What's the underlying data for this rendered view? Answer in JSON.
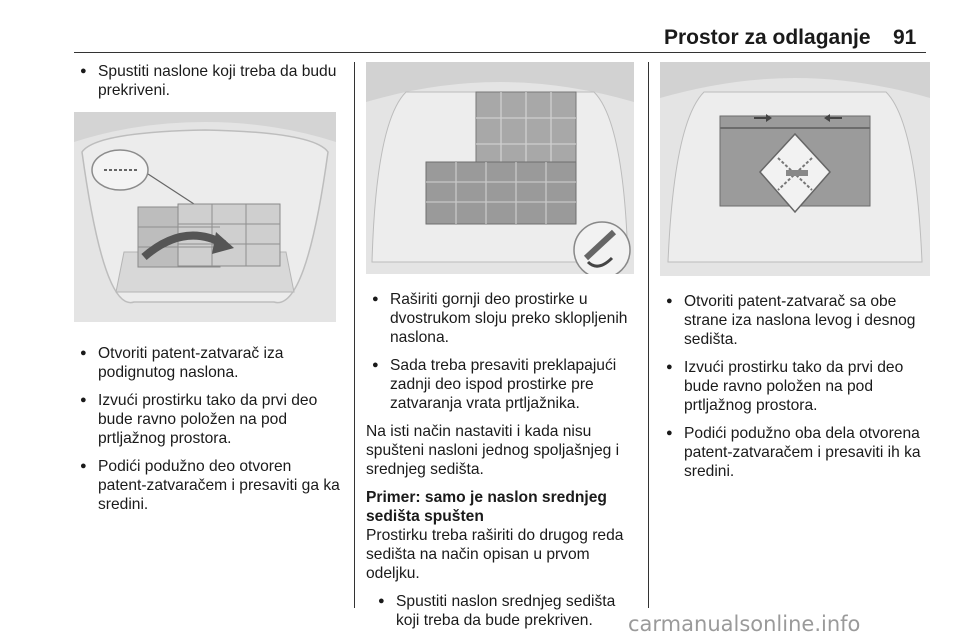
{
  "header": {
    "title": "Prostor za odlaganje",
    "page_number": "91"
  },
  "column1": {
    "intro_bullets": [
      "Spustiti naslone koji treba da budu prekriveni."
    ],
    "bullets": [
      "Otvoriti patent-zatvarač iza podignutog naslona.",
      "Izvući prostirku tako da prvi deo bude ravno položen na pod prtljažnog prostora.",
      "Podići podužno deo otvoren patent-zatvaračem i presaviti ga ka sredini."
    ]
  },
  "column2": {
    "bullets": [
      "Raširiti gornji deo prostirke u dvostrukom sloju preko sklopljenih naslona.",
      "Sada treba presaviti preklapajući zadnji deo ispod prostirke pre zatvaranja vrata prtljažnika."
    ],
    "paragraph": "Na isti način nastaviti i kada nisu spušteni nasloni jednog spoljašnjeg i srednjeg sedišta.",
    "subheading": "Primer: samo je naslon srednjeg sedišta spušten",
    "subparagraph": "Prostirku treba raširiti do drugog reda sedišta na način opisan u prvom odeljku.",
    "sub_bullets": [
      "Spustiti naslon srednjeg sedišta koji treba da bude prekriven."
    ]
  },
  "column3": {
    "bullets": [
      "Otvoriti patent-zatvarač sa obe strane iza naslona levog i desnog sedišta.",
      "Izvući prostirku tako da prvi deo bude ravno položen na pod prtljažnog prostora.",
      "Podići podužno oba dela otvorena patent-zatvaračem i presaviti ih ka sredini."
    ]
  },
  "watermark": "carmanualsonline.info",
  "colors": {
    "text": "#1a1a1a",
    "illustration_bg": "#e4e4e4",
    "illustration_dark": "#9b9b9b",
    "watermark": "#9a9a9a"
  }
}
